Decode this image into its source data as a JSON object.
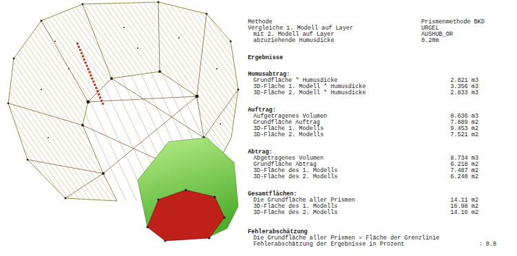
{
  "diagram": {
    "labels": [
      "Methode",
      "Prismenmethode BKD",
      "Vergleiche 1. Modell auf Layer",
      "URGEL",
      "mit 2. Modell auf Layer",
      "AUSHUB_OR",
      "abzuziehende Humusdicke",
      "0.20m",
      "Ergebnisse",
      "Humusabtrag:",
      "Grundfläche * Humusdicke",
      "2.821 m3",
      "3D-Fläche 1. Modell * Humusdicke",
      "3.356 m3",
      "3D-Fläche 2. Modell * Humusdicke",
      "2.833 m3",
      "Auftrag:",
      "Aufgetragenes Volumen",
      "8.636 m3",
      "Grundfläche Auftrag",
      "7.889 m2",
      "3D-Fläche 1. Modells",
      "9.453 m2",
      "3D-Fläche 2. Modells",
      "7.521 m2",
      "Abtrag:",
      "Abgetragenes Volumen",
      "8.734 m3",
      "Grundfläche Abtrag",
      "6.218 m2",
      "3D-Fläche des 1. Modells",
      "7.487 m2",
      "3D-Fläche des 2. Modells",
      "6.240 m2",
      "Gesamtflächen:",
      "Die Grundfläche aller Prismen",
      "14.11 m2",
      "3D-Fläche des 1. Modells",
      "16.98 m2",
      "3D-Fläche des 2. Modells",
      "14.16 m2",
      "Fehlerabschätzung",
      "Die Grundfläche aller Prismen = Fläche der Grenzlinie",
      "Fehlerabschätzung der Ergebnisse in Prozent",
      ": 0.0"
    ]
  }
}
